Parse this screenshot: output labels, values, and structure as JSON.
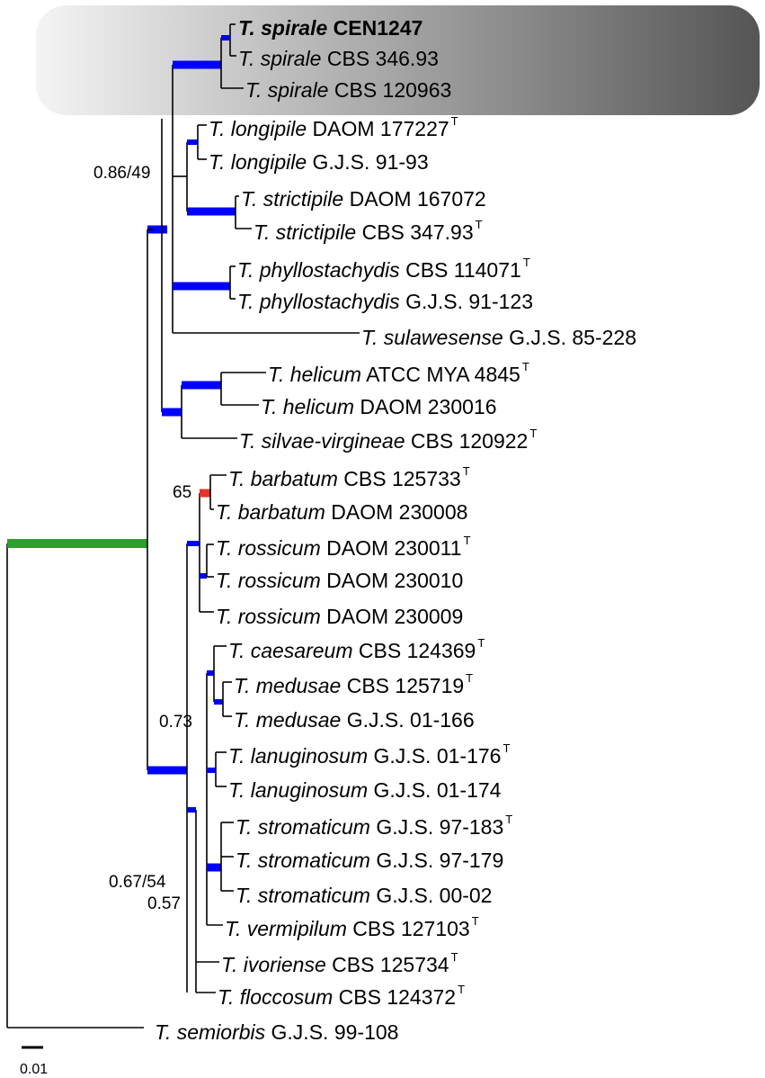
{
  "colors": {
    "line": "#000000",
    "strong_support": "#0000ff",
    "weak_support": "#e8332a",
    "root": "#2ca02c",
    "highlight_light": "#f4f4f4",
    "highlight_dark": "#555555"
  },
  "highlight_clade": [
    "T. spirale CEN1247",
    "T. spirale CBS 346.93",
    "T. spirale CBS 120963"
  ],
  "taxa": [
    {
      "genus": "T. spirale",
      "strain": "CEN1247",
      "type": "",
      "bold": true
    },
    {
      "genus": "T. spirale",
      "strain": "CBS 346.93",
      "type": ""
    },
    {
      "genus": "T. spirale",
      "strain": "CBS 120963",
      "type": ""
    },
    {
      "genus": "T. longipile",
      "strain": "DAOM 177227",
      "type": "T"
    },
    {
      "genus": "T. longipile",
      "strain": "G.J.S. 91-93",
      "type": ""
    },
    {
      "genus": "T. strictipile",
      "strain": "DAOM 167072",
      "type": ""
    },
    {
      "genus": "T. strictipile",
      "strain": "CBS 347.93",
      "type": "T"
    },
    {
      "genus": "T. phyllostachydis",
      "strain": "CBS 114071",
      "type": "T"
    },
    {
      "genus": "T. phyllostachydis",
      "strain": "G.J.S. 91-123",
      "type": ""
    },
    {
      "genus": "T. sulawesense",
      "strain": "G.J.S. 85-228",
      "type": ""
    },
    {
      "genus": "T. helicum",
      "strain": "ATCC MYA 4845",
      "type": "T"
    },
    {
      "genus": "T. helicum",
      "strain": "DAOM 230016",
      "type": ""
    },
    {
      "genus": "T. silvae-virgineae",
      "strain": "CBS 120922",
      "type": "T"
    },
    {
      "genus": "T. barbatum",
      "strain": "CBS 125733",
      "type": "T"
    },
    {
      "genus": "T. barbatum",
      "strain": "DAOM 230008",
      "type": ""
    },
    {
      "genus": "T. rossicum",
      "strain": "DAOM 230011",
      "type": "T"
    },
    {
      "genus": "T. rossicum",
      "strain": "DAOM 230010",
      "type": ""
    },
    {
      "genus": "T. rossicum",
      "strain": "DAOM 230009",
      "type": ""
    },
    {
      "genus": "T. caesareum",
      "strain": "CBS 124369",
      "type": "T"
    },
    {
      "genus": "T. medusae",
      "strain": "CBS 125719",
      "type": "T"
    },
    {
      "genus": "T. medusae",
      "strain": "G.J.S. 01-166",
      "type": ""
    },
    {
      "genus": "T. lanuginosum",
      "strain": "G.J.S. 01-176",
      "type": "T"
    },
    {
      "genus": "T. lanuginosum",
      "strain": "G.J.S. 01-174",
      "type": ""
    },
    {
      "genus": "T. stromaticum",
      "strain": "G.J.S. 97-183",
      "type": "T"
    },
    {
      "genus": "T. stromaticum",
      "strain": "G.J.S. 97-179",
      "type": ""
    },
    {
      "genus": "T. stromaticum",
      "strain": "G.J.S. 00-02",
      "type": ""
    },
    {
      "genus": "T. vermipilum",
      "strain": "CBS 127103",
      "type": "T"
    },
    {
      "genus": "T. ivoriense",
      "strain": "CBS 125734",
      "type": "T"
    },
    {
      "genus": "T. floccosum",
      "strain": "CBS 124372",
      "type": "T"
    },
    {
      "genus": "T. semiorbis",
      "strain": "G.J.S. 99-108",
      "type": ""
    }
  ],
  "support_labels": [
    "0.86/49",
    "65",
    "0.73",
    "0.67/54",
    "0.57"
  ],
  "scale_bar": {
    "label": "0.01"
  }
}
